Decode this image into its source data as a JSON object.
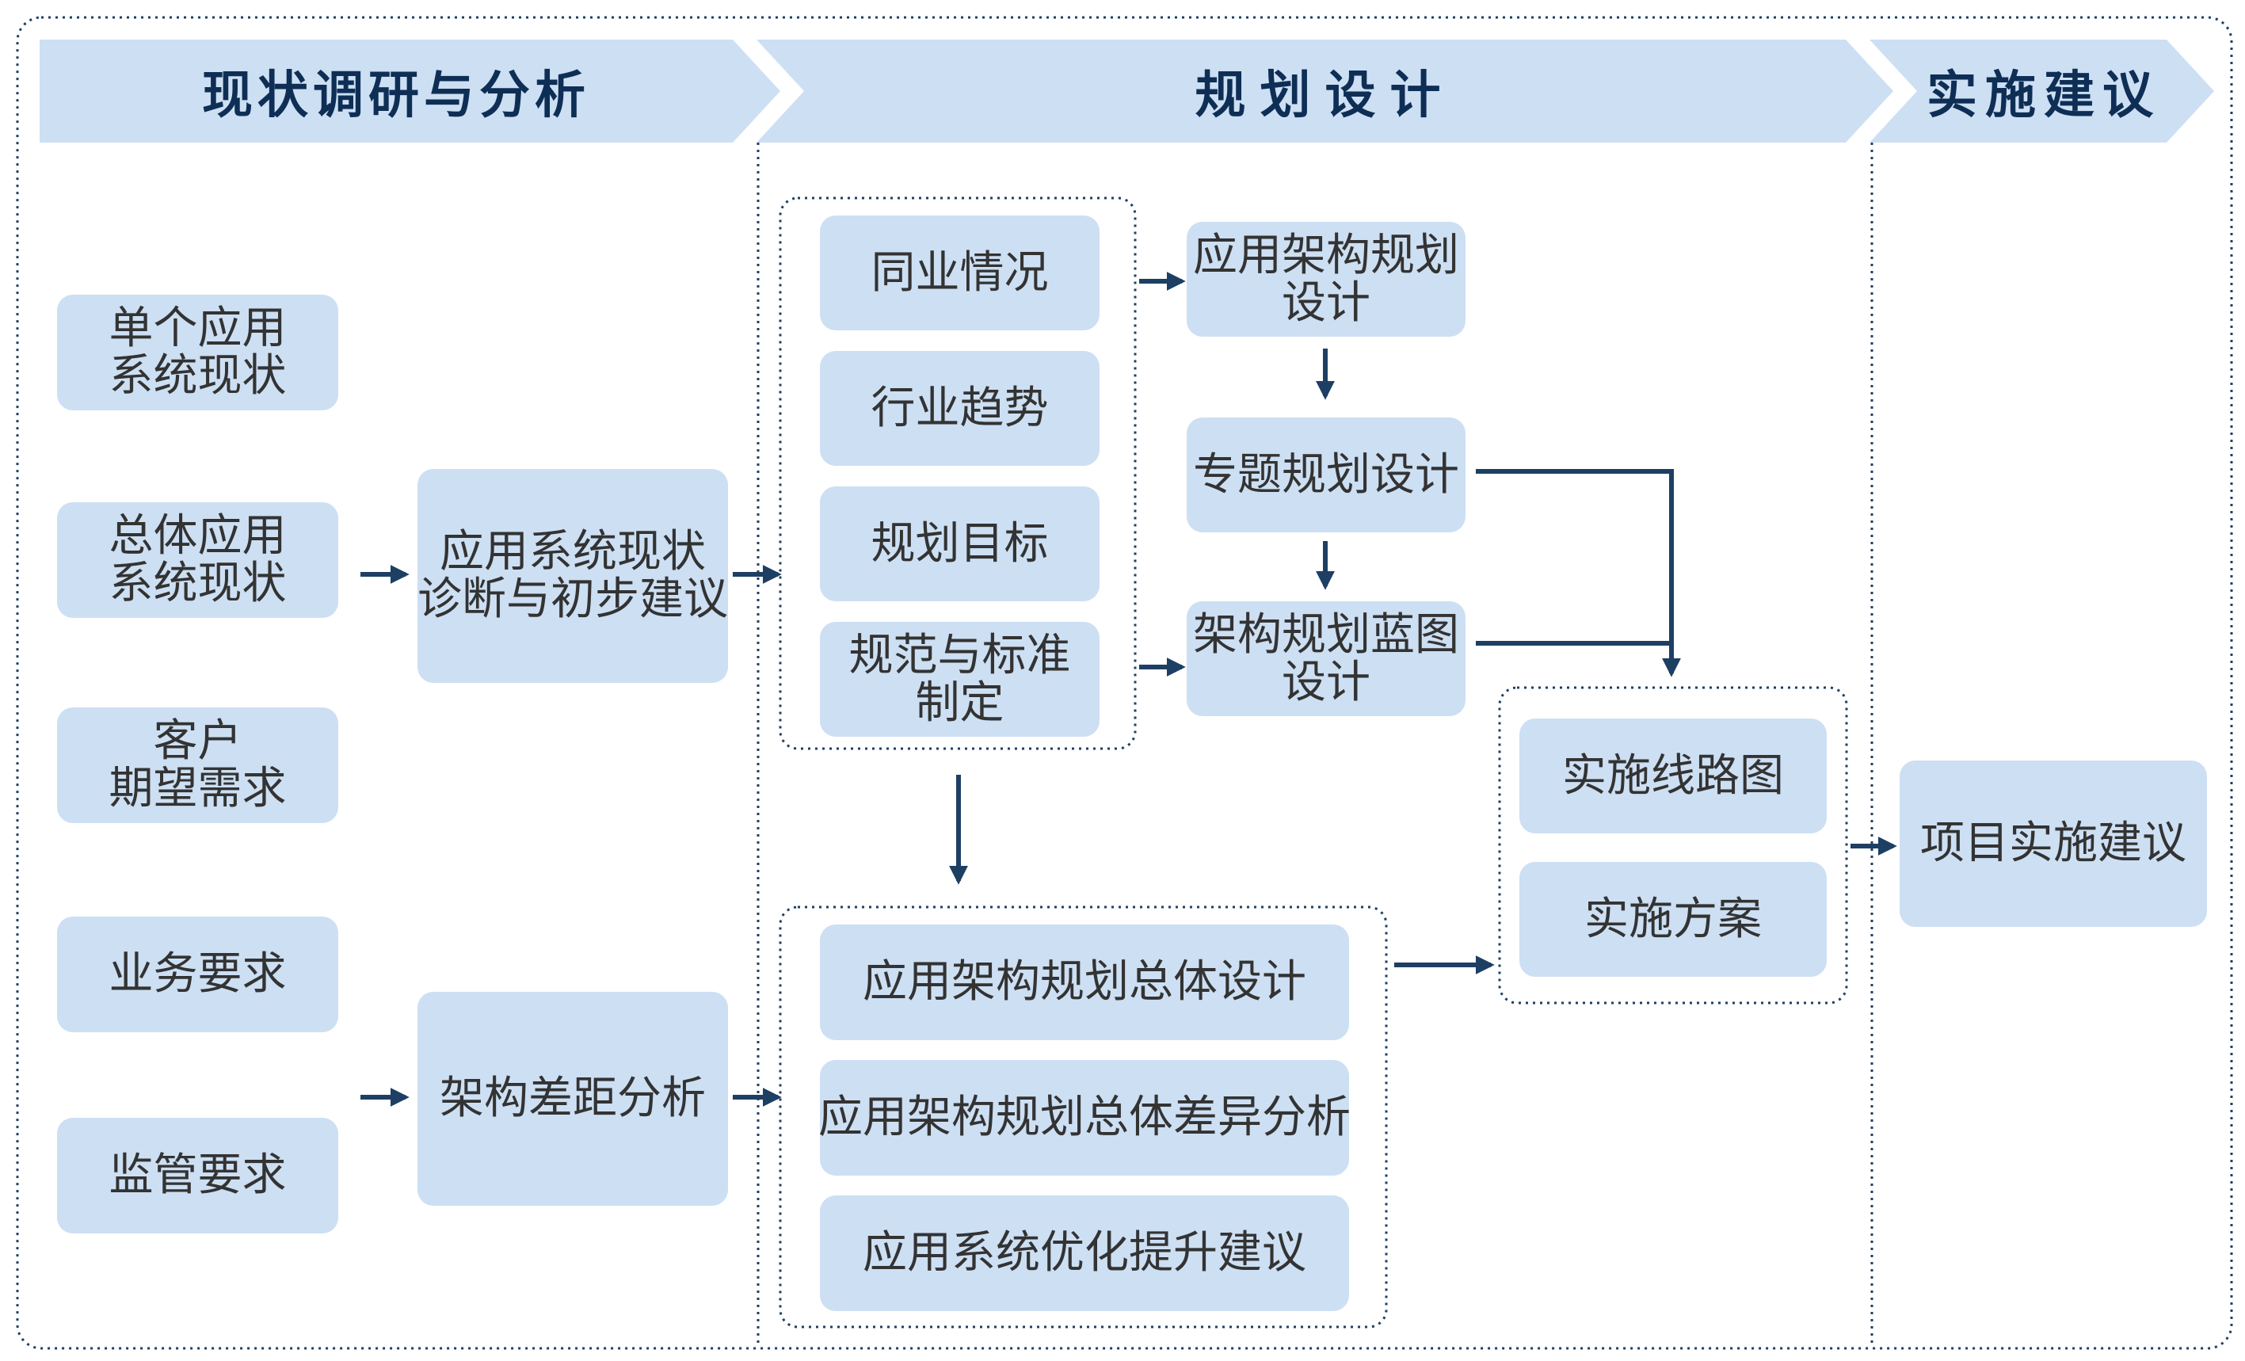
{
  "phases": {
    "current": "现状调研与分析",
    "design": "规划设计",
    "implement": "实施建议"
  },
  "inputs": [
    "单个应用\n系统现状",
    "总体应用\n系统现状",
    "客户\n期望需求",
    "业务要求",
    "监管要求"
  ],
  "analysis": {
    "diagnosis": "应用系统现状\n诊断与初步建议",
    "gap": "架构差距分析"
  },
  "references": [
    "同业情况",
    "行业趋势",
    "规划目标",
    "规范与标准\n制定"
  ],
  "planning": {
    "app_arch": "应用架构规划\n设计",
    "topic": "专题规划设计",
    "blueprint": "架构规划蓝图\n设计"
  },
  "overall": [
    "应用架构规划总体设计",
    "应用架构规划总体差异分析",
    "应用系统优化提升建议"
  ],
  "implementation": {
    "roadmap": "实施线路图",
    "plan": "实施方案"
  },
  "recommendation": "项目实施建议",
  "colors": {
    "box_fill": "#cddff3",
    "header_fill": "#cddff3",
    "header_text": "#0e2e55",
    "arrow": "#1d3f63",
    "dotted_border": "#1d3f63",
    "box_text": "#333333"
  }
}
